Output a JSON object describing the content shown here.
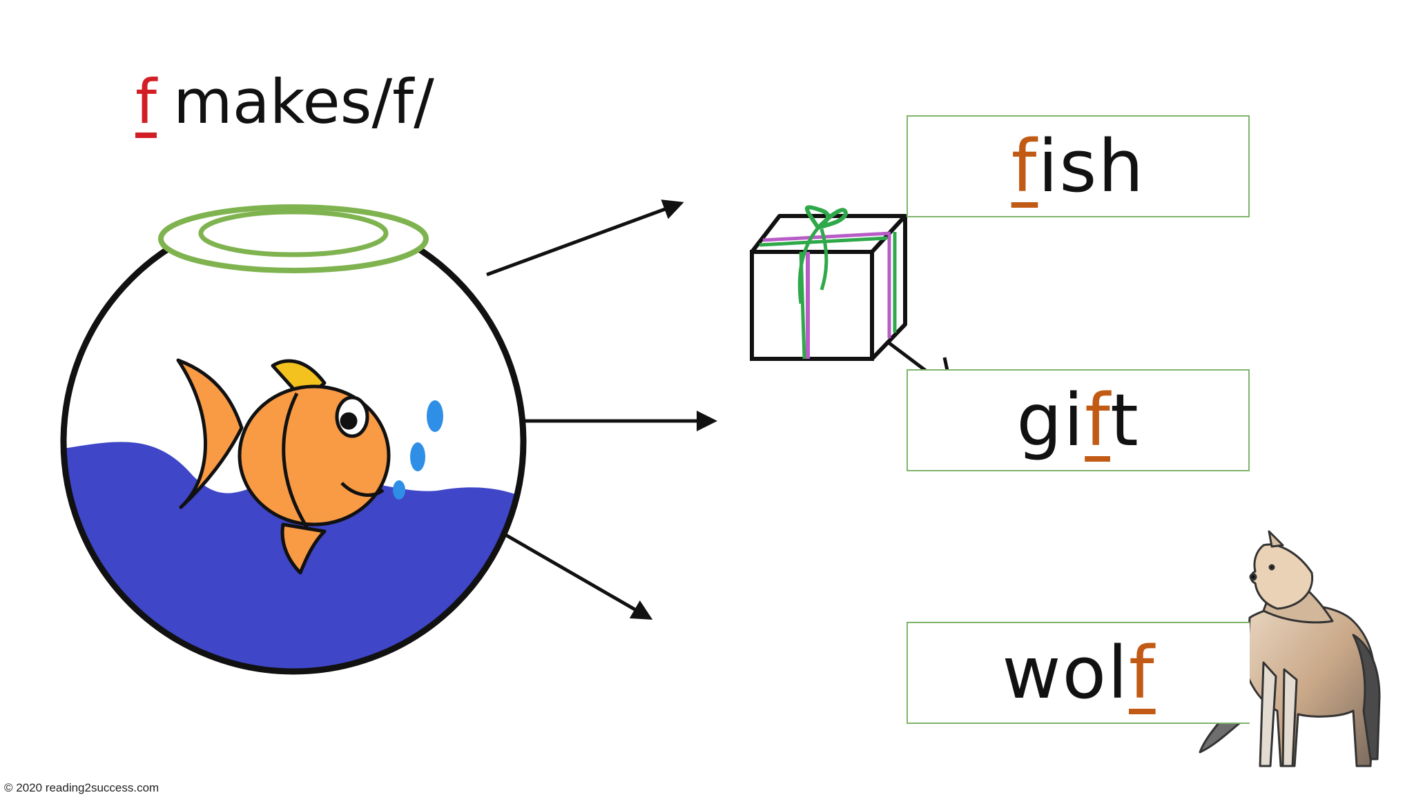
{
  "title": {
    "letter": "f",
    "rest": "makes/f/"
  },
  "words": [
    {
      "before": "",
      "target": "f",
      "after": "ish"
    },
    {
      "before": "gi",
      "target": "f",
      "after": "t"
    },
    {
      "before": "wol",
      "target": "f",
      "after": ""
    }
  ],
  "copyright": "© 2020 reading2success.com",
  "colors": {
    "title_letter": "#d21f26",
    "highlight": "#c05a15",
    "card_border": "#7fb36a",
    "water": "#3f46c7",
    "fish": "#f99a45",
    "bowl_rim": "#7fb34f"
  },
  "icons": [
    "fishbowl-icon",
    "goldfish-icon",
    "gift-box-icon",
    "wolf-icon",
    "arrow-icon"
  ]
}
